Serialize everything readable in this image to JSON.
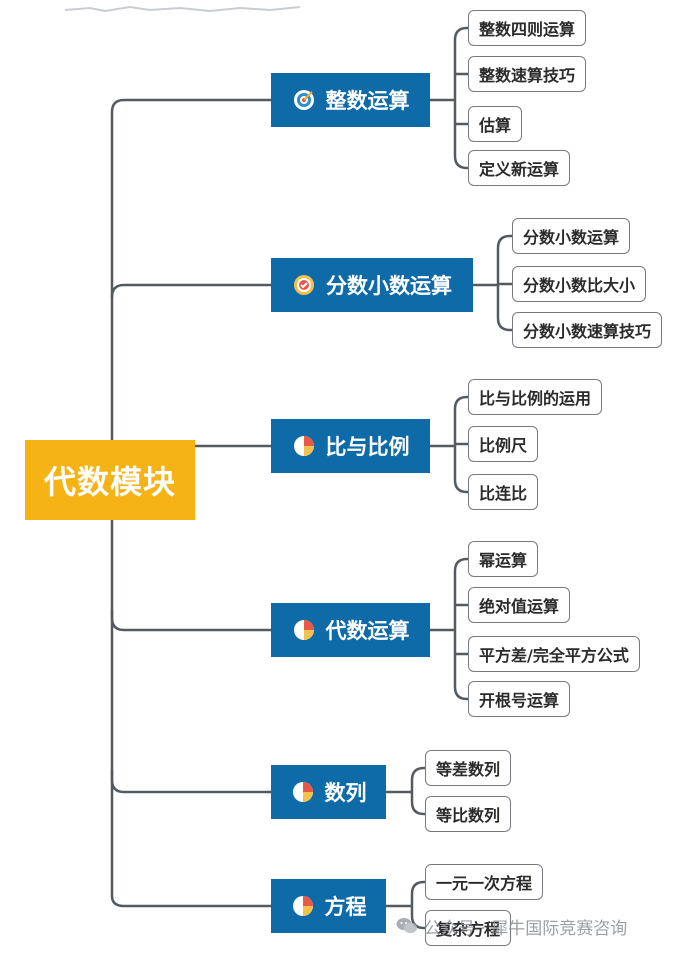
{
  "root": {
    "label": "代数模块",
    "color": "#f6b316"
  },
  "branch_color": "#0e6ba8",
  "branches": [
    {
      "label": "整数运算",
      "icon": "target-icon",
      "children": [
        "整数四则运算",
        "整数速算技巧",
        "估算",
        "定义新运算"
      ]
    },
    {
      "label": "分数小数运算",
      "icon": "medal-icon",
      "children": [
        "分数小数运算",
        "分数小数比大小",
        "分数小数速算技巧"
      ]
    },
    {
      "label": "比与比例",
      "icon": "pie-chart-icon",
      "children": [
        "比与比例的运用",
        "比例尺",
        "比连比"
      ]
    },
    {
      "label": "代数运算",
      "icon": "pie-chart-icon",
      "children": [
        "幂运算",
        "绝对值运算",
        "平方差/完全平方公式",
        "开根号运算"
      ]
    },
    {
      "label": "数列",
      "icon": "pie-chart-icon",
      "children": [
        "等差数列",
        "等比数列"
      ]
    },
    {
      "label": "方程",
      "icon": "pie-chart-icon",
      "children": [
        "一元一次方程",
        "复杂方程"
      ]
    }
  ],
  "watermark": {
    "text": "公众号 · 犀牛国际竞赛咨询",
    "icon": "wechat-icon"
  }
}
